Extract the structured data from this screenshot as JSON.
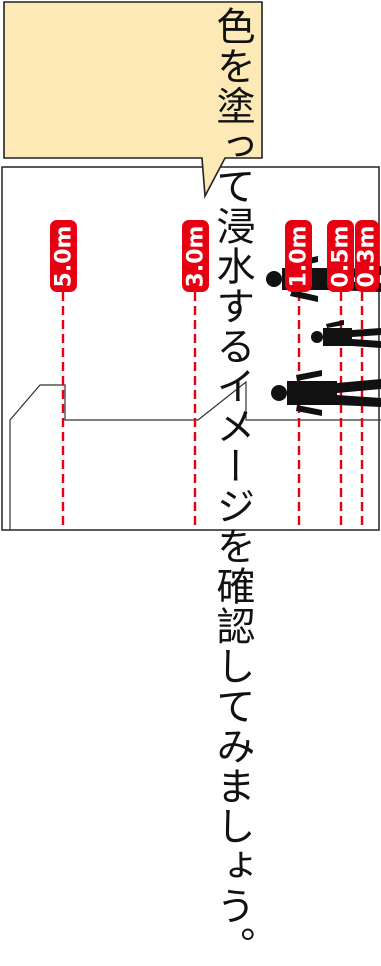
{
  "callout": {
    "text": "色を塗って浸水するイメージを確認してみましょう。"
  },
  "depth_lines": [
    {
      "label": "5.0m"
    },
    {
      "label": "3.0m"
    },
    {
      "label": "1.0m"
    },
    {
      "label": "0.5m"
    },
    {
      "label": "0.3m"
    }
  ],
  "colors": {
    "line_red": "#e60012",
    "callout_fill": "#fde9b6",
    "outline": "#222222"
  }
}
